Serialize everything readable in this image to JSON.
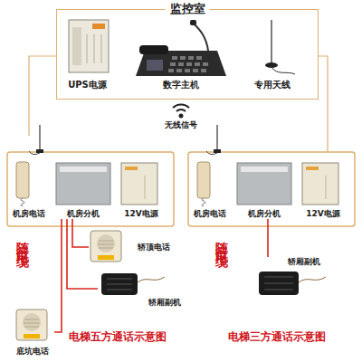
{
  "diagram": {
    "nodes": [
      {
        "text": [
          "监控室"
        ]
      },
      {
        "text": [
          "UPS电源"
        ],
        "in": 0
      },
      {
        "text": [
          "数字主机"
        ],
        "in": 0
      },
      {
        "text": [
          "专用天线"
        ],
        "in": 0
      },
      {
        "text": [
          "机房电话"
        ]
      },
      {
        "text": [
          "机房分机"
        ]
      },
      {
        "text": [
          "12V电源"
        ]
      },
      {
        "text": [
          "轿顶电话"
        ]
      },
      {
        "text": [
          "轿厢副机"
        ]
      },
      {
        "text": [
          "底坑电话"
        ]
      },
      {
        "text": [
          "机房电话"
        ]
      },
      {
        "text": [
          "机房分机"
        ]
      },
      {
        "text": [
          "12V电源"
        ]
      },
      {
        "text": [
          "轿厢副机"
        ]
      }
    ],
    "edges": [
      {
        "from": 5,
        "to": 7,
        "arrow": "none"
      },
      {
        "from": 5,
        "to": 8,
        "arrow": "none"
      },
      {
        "from": 5,
        "to": 9,
        "arrow": "none"
      },
      {
        "from": 11,
        "to": 13,
        "arrow": "none"
      }
    ],
    "labels": [
      "无线信号",
      "随行电缆",
      "随行电缆",
      "电梯五方通话示意图",
      "电梯三方通话示意图"
    ]
  }
}
